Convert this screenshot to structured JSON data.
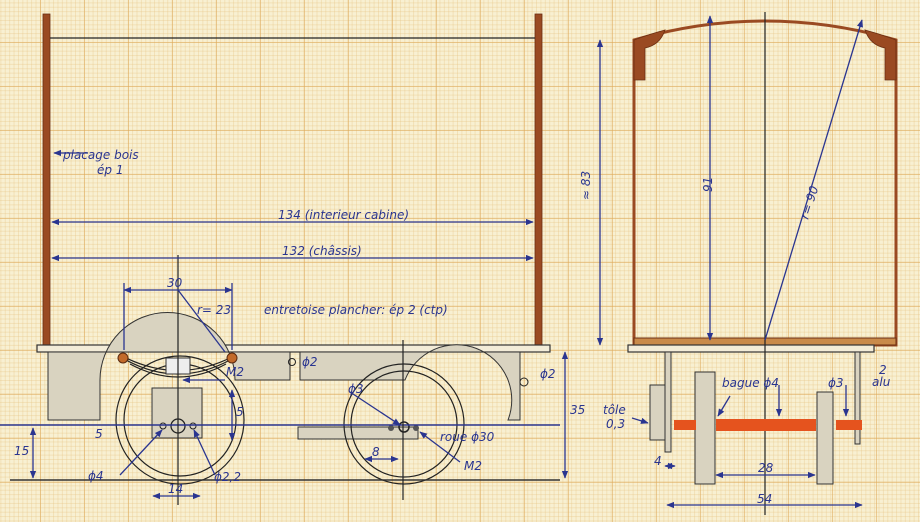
{
  "title": "Plan cabine wagon - vue de côté et vue de face",
  "colors": {
    "ink": "#2a3590",
    "wood": "#9a4a22",
    "axle": "#e5531e",
    "paper": "#f8f0d2"
  },
  "side_view": {
    "placage": "placage bois",
    "placage_ep": "ép 1",
    "dim_interior": "134 (interieur cabine)",
    "dim_chassis": "132 (châssis)",
    "dim_spring": "30",
    "radius_spring": "r= 23",
    "entretoise": "entretoise plancher: ép 2 (ctp)",
    "hole_phi2_a": "ϕ2",
    "hole_phi2_b": "ϕ2",
    "m2_a": "M2",
    "m2_b": "M2",
    "dim_5a": "5",
    "dim_5b": "5",
    "dim_15": "15",
    "dim_14": "14",
    "phi4": "ϕ4",
    "phi22": "ϕ2,2",
    "phi3": "ϕ3",
    "dim_8": "8",
    "roue": "roue ϕ30",
    "dim_35": "35"
  },
  "front_view": {
    "dim_83": "≈ 83",
    "dim_91": "91",
    "radius_90": "r= 90",
    "bague": "bague ϕ4",
    "phi3": "ϕ3",
    "alu_2": "2",
    "alu": "alu",
    "tole": "tôle",
    "tole_ep": "0,3",
    "dim_4": "4",
    "dim_28": "28",
    "dim_54": "54"
  }
}
